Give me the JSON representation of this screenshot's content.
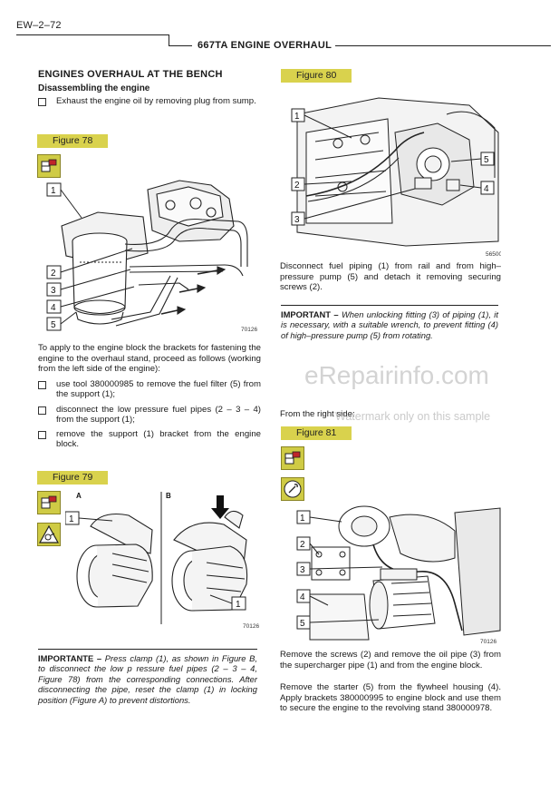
{
  "header": {
    "page_id": "EW–2–72",
    "title": "667TA ENGINE OVERHAUL"
  },
  "left": {
    "section_title": "ENGINES OVERHAUL AT THE BENCH",
    "subsection_title": "Disassembling the engine",
    "bullet_oil": "Exhaust the engine oil by removing plug from sump.",
    "fig78": {
      "label": "Figure 78",
      "code": "70126",
      "callouts": [
        "1",
        "2",
        "3",
        "4",
        "5"
      ]
    },
    "intro": "To apply to the engine block the brackets for fastening the engine to the overhaul stand, proceed as follows (working from the left side of the engine):",
    "bullets": [
      "use tool 380000985 to remove the fuel filter (5) from the support (1);",
      "disconnect the low pressure fuel pipes (2 – 3 – 4) from the support (1);",
      "remove the support (1) bracket from the engine block."
    ],
    "fig79": {
      "label": "Figure 79",
      "code": "70126",
      "panel_a": "A",
      "panel_b": "B",
      "callout_a": "1",
      "callout_b": "1"
    },
    "important": {
      "lead": "IMPORTANTE –",
      "text": " Press clamp (1), as shown in Figure B, to disconnect the low p ressure fuel pipes (2 – 3 – 4, Figure 78) from the corresponding connections. After disconnecting the pipe, reset the clamp (1) in locking position (Figure A) to prevent distortions."
    }
  },
  "right": {
    "fig80": {
      "label": "Figure 80",
      "code": "56500",
      "callouts": [
        "1",
        "2",
        "3",
        "5",
        "4"
      ]
    },
    "para80": "Disconnect fuel piping (1) from rail and from high–pressure pump (5) and detach it removing securing screws (2).",
    "important": {
      "lead": "IMPORTANT –",
      "text": " When unlocking fitting (3) of piping (1), it is necessary, with a suitable wrench, to prevent fitting (4) of high–pressure pump (5) from rotating."
    },
    "right_side": "From the right side:",
    "fig81": {
      "label": "Figure 81",
      "code": "70126",
      "callouts": [
        "1",
        "2",
        "3",
        "4",
        "5"
      ]
    },
    "para81a": "Remove the screws (2) and remove the oil pipe (3) from the supercharger pipe (1) and from the engine block.",
    "para81b": "Remove the starter (5) from the flywheel housing (4). Apply brackets 380000995 to engine block and use them to secure the engine to the revolving stand 380000978."
  },
  "watermark": {
    "brand": "eRepairinfo.com",
    "note": "Watermark only on this sample"
  },
  "colors": {
    "figure_tag": "#d9d24d",
    "icon_box": "#cfcb45"
  }
}
